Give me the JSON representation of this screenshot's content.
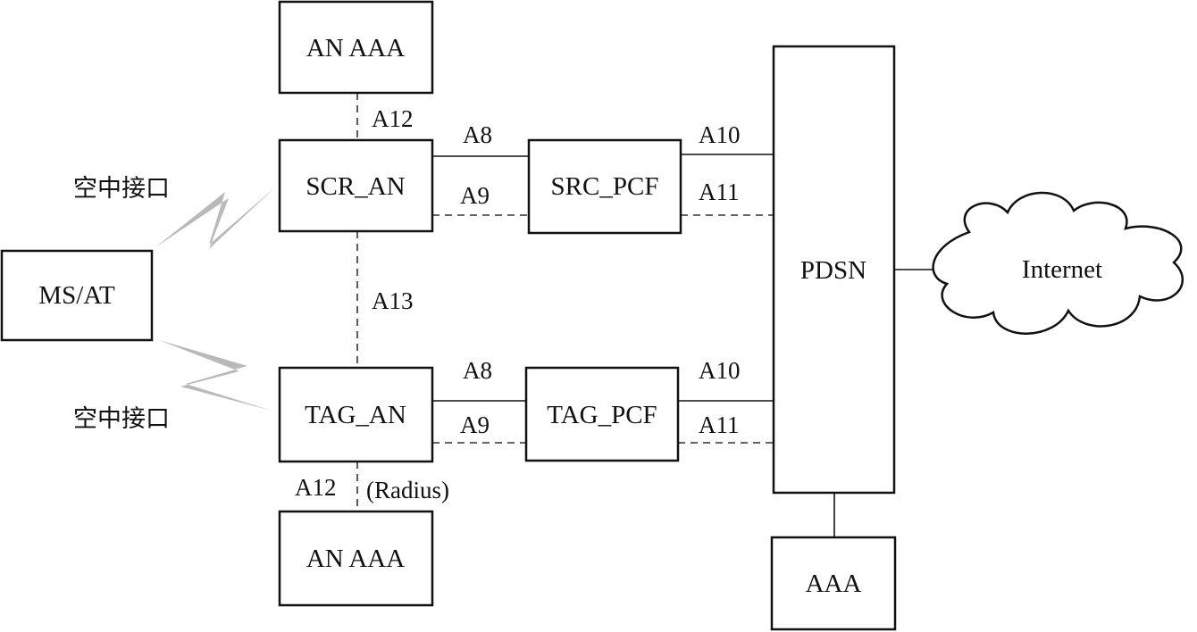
{
  "nodes": {
    "an_aaa_top": "AN AAA",
    "scr_an": "SCR_AN",
    "src_pcf": "SRC_PCF",
    "ms_at": "MS/AT",
    "tag_an": "TAG_AN",
    "tag_pcf": "TAG_PCF",
    "an_aaa_bottom": "AN AAA",
    "pdsn": "PDSN",
    "aaa": "AAA",
    "internet": "Internet"
  },
  "labels": {
    "air_interface_top": "空中接口",
    "air_interface_bottom": "空中接口",
    "a12_top": "A12",
    "a13": "A13",
    "a12_bottom": "A12",
    "radius": "(Radius)",
    "a8_top": "A8",
    "a9_top": "A9",
    "a10_top": "A10",
    "a11_top": "A11",
    "a8_bottom": "A8",
    "a9_bottom": "A9",
    "a10_bottom": "A10",
    "a11_bottom": "A11"
  }
}
